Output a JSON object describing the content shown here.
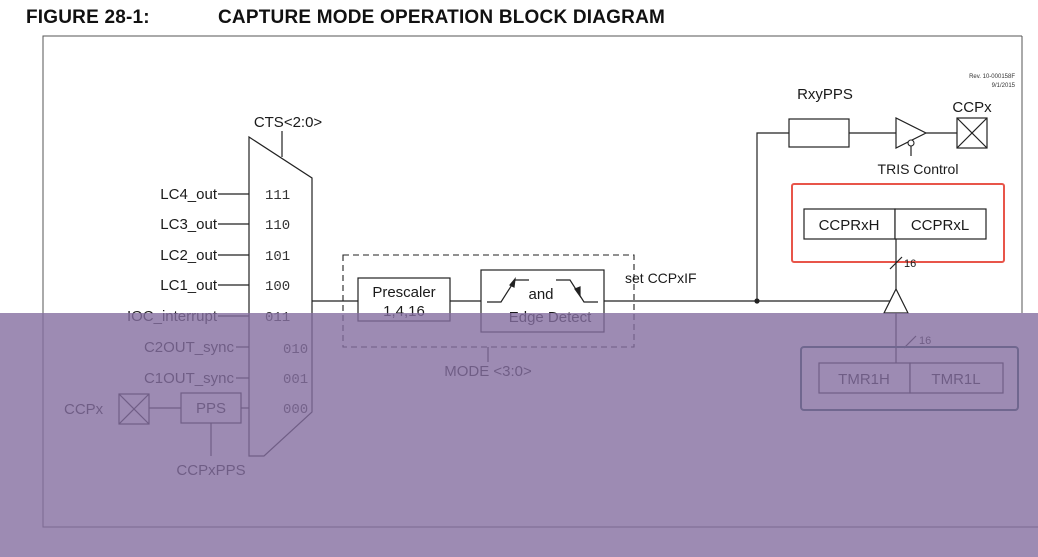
{
  "figure": {
    "number": "FIGURE 28-1:",
    "title": "CAPTURE MODE OPERATION BLOCK DIAGRAM",
    "revision": "Rev. 10-000158F",
    "date": "9/1/2015"
  },
  "mux": {
    "select_label": "CTS<2:0>",
    "inputs": [
      {
        "signal": "LC4_out",
        "code": "111"
      },
      {
        "signal": "LC3_out",
        "code": "110"
      },
      {
        "signal": "LC2_out",
        "code": "101"
      },
      {
        "signal": "LC1_out",
        "code": "100"
      },
      {
        "signal": "IOC_interrupt",
        "code": "011"
      },
      {
        "signal": "C2OUT_sync",
        "code": "010"
      },
      {
        "signal": "C1OUT_sync",
        "code": "001"
      },
      {
        "signal": "",
        "code": "000"
      }
    ]
  },
  "ccpx_input": {
    "pin_label": "CCPx",
    "pps_label": "PPS",
    "pps_select_label": "CCPxPPS"
  },
  "prescaler": {
    "line1": "Prescaler",
    "line2": "1,4,16"
  },
  "edge_detect": {
    "line1": "and",
    "line2": "Edge Detect"
  },
  "mode_label": "MODE <3:0>",
  "interrupt_label": "set CCPxIF",
  "output": {
    "pps_label": "RxyPPS",
    "pin_label": "CCPx",
    "tris_label": "TRIS Control"
  },
  "ccpr": {
    "high": "CCPRxH",
    "low": "CCPRxL",
    "bus_width": "16"
  },
  "tmr1": {
    "high": "TMR1H",
    "low": "TMR1L",
    "bus_width": "16"
  },
  "highlight_colors": {
    "ccpr_box": "#e8554a",
    "tmr1_box": "#1e4d4d",
    "overlay": "#9b89b3"
  }
}
